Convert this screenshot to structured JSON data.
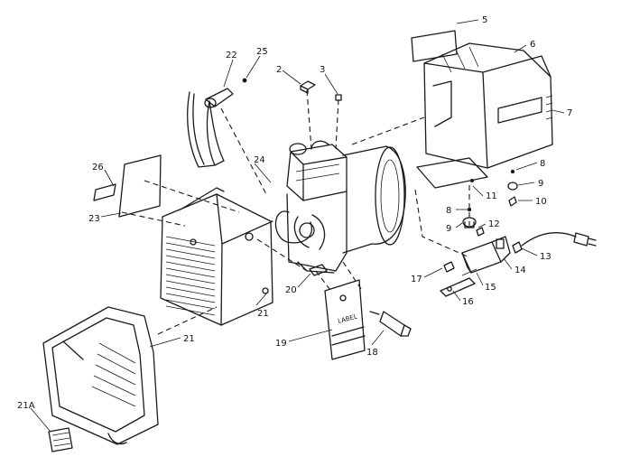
{
  "diagram": {
    "callouts": [
      "2",
      "3",
      "5",
      "6",
      "7",
      "8",
      "9",
      "10",
      "11",
      "8",
      "9",
      "12",
      "13",
      "14",
      "15",
      "16",
      "17",
      "18",
      "19",
      "20",
      "21",
      "21",
      "21A",
      "22",
      "23",
      "24",
      "25",
      "26"
    ],
    "plate_text": "LABEL"
  }
}
